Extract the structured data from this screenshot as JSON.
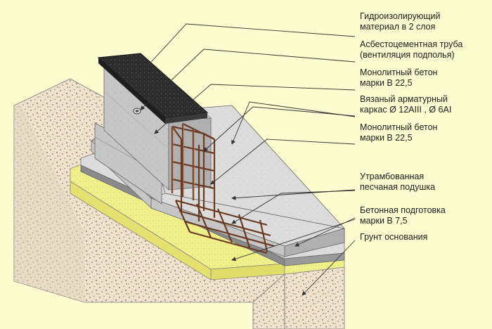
{
  "colors": {
    "background": "#fdfbd0",
    "soil": "#efe3cf",
    "soil_speck": "#a0826a",
    "sand": "#f0f08a",
    "concrete_top": "#dcdcdc",
    "concrete_front": "#c2c2c2",
    "concrete_side": "#a9a9a9",
    "waterproofing": "#2c2c2c",
    "rebar": "#6b3a22",
    "leader_line": "#333333",
    "text": "#202020"
  },
  "labels": [
    {
      "line1": "Гидроизолирующий",
      "line2": "материал в 2 слоя"
    },
    {
      "line1": "Асбестоцементная труба",
      "line2": "(вентиляция подполья)"
    },
    {
      "line1": "Монолитный бетон",
      "line2": "марки В 22,5"
    },
    {
      "line1": "Вязаный арматурный",
      "line2": "каркас Ø 12АIII , Ø 6АI"
    },
    {
      "line1": "Монолитный бетон",
      "line2": "марки В 22,5"
    },
    {
      "line1": "Утрамбованная",
      "line2": "песчаная подушка"
    },
    {
      "line1": "Бетонная подготовка",
      "line2": "марки  В 7,5"
    },
    {
      "line1": "Грунт основания",
      "line2": ""
    }
  ]
}
